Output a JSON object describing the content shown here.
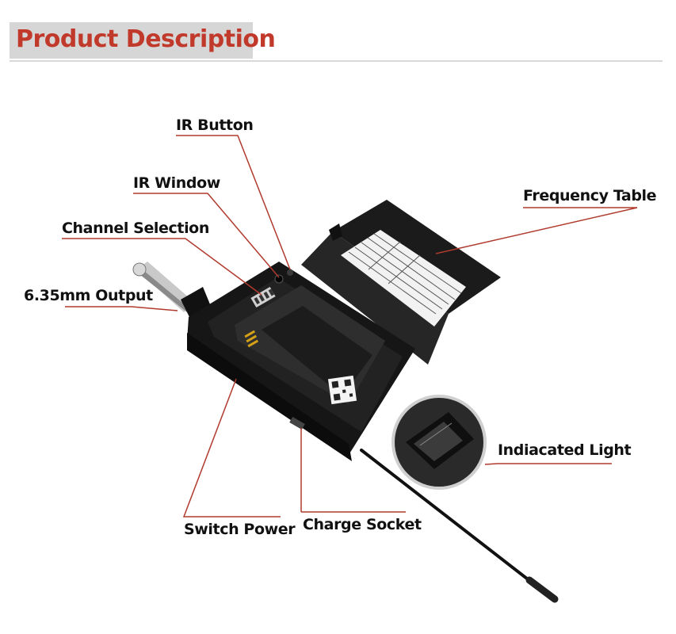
{
  "header": {
    "title": "Product Description",
    "title_color": "#c0392b"
  },
  "labels": {
    "ir_button": "IR Button",
    "ir_window": "IR Window",
    "frequency_table": "Frequency Table",
    "channel_selection": "Channel Selection",
    "output": "6.35mm Output",
    "indicated_light": "Indiacated Light",
    "switch_power": "Switch Power",
    "charge_socket": "Charge Socket"
  },
  "leader_color": "#b03a2e"
}
